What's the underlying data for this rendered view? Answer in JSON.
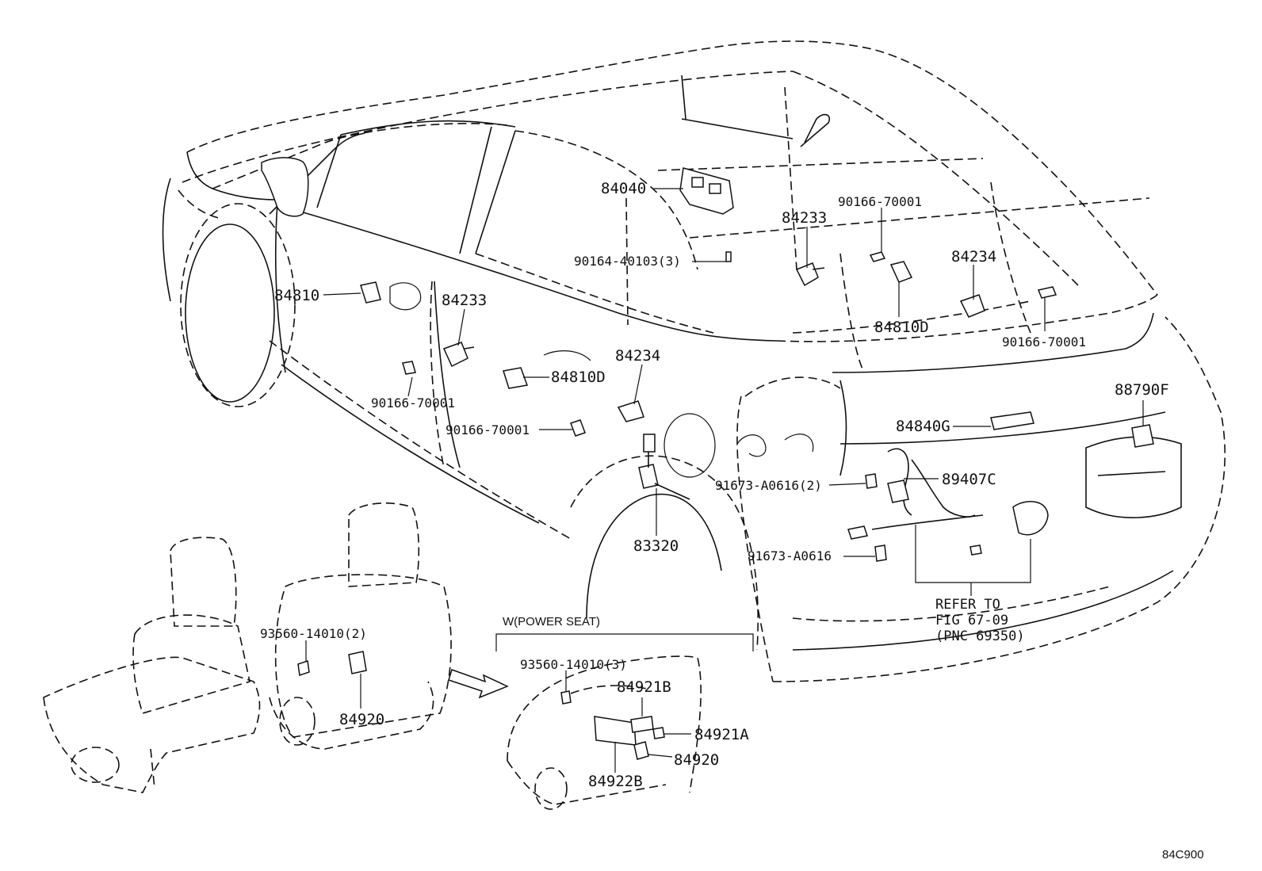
{
  "labels": {
    "p84040": "84040",
    "p90166_top": "90166-70001",
    "p84233_top": "84233",
    "p90164": "90164-40103(3)",
    "p84234_right": "84234",
    "p84810": "84810",
    "p84233_door": "84233",
    "p84810d_right": "84810D",
    "p90166_right": "90166-70001",
    "p84234_door": "84234",
    "p84810d_door": "84810D",
    "p90166_left": "90166-70001",
    "p90166_mid": "90166-70001",
    "p88790f": "88790F",
    "p84840g": "84840G",
    "p91673_2": "91673-A0616(2)",
    "p89407c": "89407C",
    "p83320": "83320",
    "p91673": "91673-A0616",
    "refer_1": "REFER TO",
    "refer_2": "FIG 67-09",
    "refer_3": "(PNC 69350)",
    "power_seat": "W(POWER SEAT)",
    "p93560_2": "93560-14010(2)",
    "p93560_3": "93560-14010(3)",
    "p84921b": "84921B",
    "p84921a": "84921A",
    "p84920_inset": "84920",
    "p84920_seat": "84920",
    "p84922b": "84922B",
    "figure_code": "84C900"
  }
}
